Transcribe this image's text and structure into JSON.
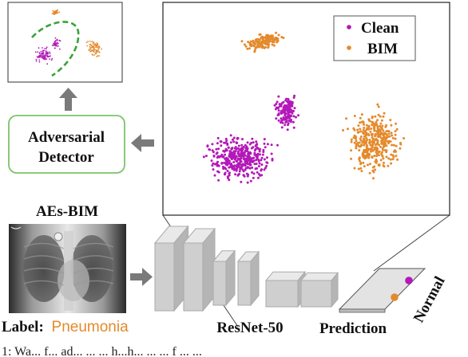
{
  "tsne_plot": {
    "legend": [
      {
        "label": "Clean",
        "color": "#b318b8"
      },
      {
        "label": "BIM",
        "color": "#e48a2c"
      }
    ]
  },
  "detector": {
    "line1": "Adversarial",
    "line2": "Detector"
  },
  "input": {
    "title": "AEs-BIM",
    "label_prefix": "Label:",
    "label_value": "Pneumonia"
  },
  "network": {
    "name": "ResNet-50"
  },
  "prediction": {
    "label": "Prediction",
    "output": "Normal"
  },
  "caption_fragment": "1: Wa... f... ad... ... ... h...h... ... ... f ... ...",
  "colors": {
    "clean": "#b318b8",
    "bim": "#e48a2c",
    "pneumonia_label": "#e48a2c",
    "normal_label": "#b318b8",
    "detector_border": "#7cc46a",
    "dashed_boundary": "#3aa23a",
    "arrow": "#777777",
    "block_face": "#d6d6d6"
  },
  "icons": [
    "arrow-up-icon",
    "arrow-left-icon",
    "arrow-right-icon"
  ]
}
